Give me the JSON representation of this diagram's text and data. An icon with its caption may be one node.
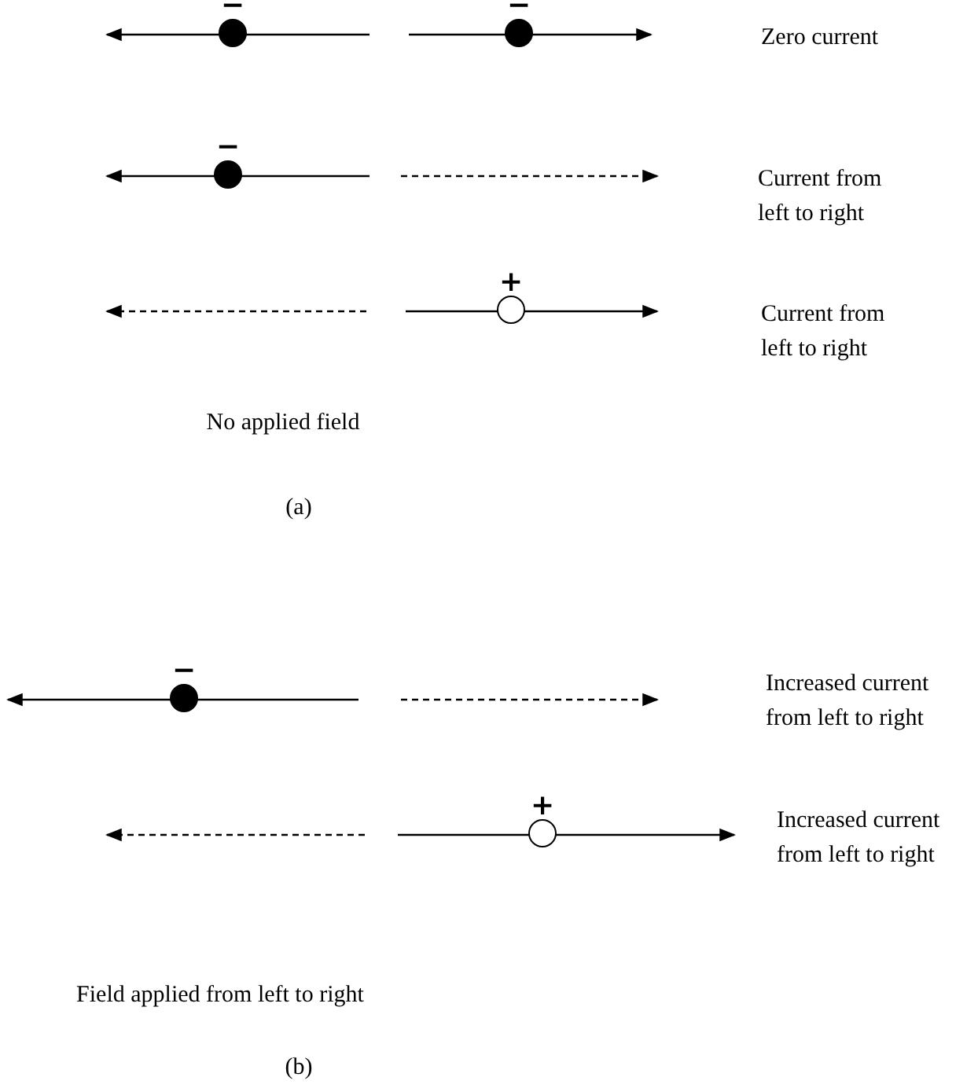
{
  "diagram": {
    "nodes": [
      {
        "text": [
          "−"
        ]
      },
      {
        "text": [
          "−"
        ]
      },
      {
        "text": [
          "−"
        ]
      },
      {
        "text": [
          "+"
        ]
      },
      {
        "text": [
          "−"
        ]
      },
      {
        "text": [
          "+"
        ]
      }
    ],
    "labels": [
      "Zero current",
      "Current from left to right",
      "Current from left to right",
      "No applied field",
      "(a)",
      "Increased current from left to right",
      "Increased current from left to right",
      "Field applied from left to right",
      "(b)"
    ]
  }
}
